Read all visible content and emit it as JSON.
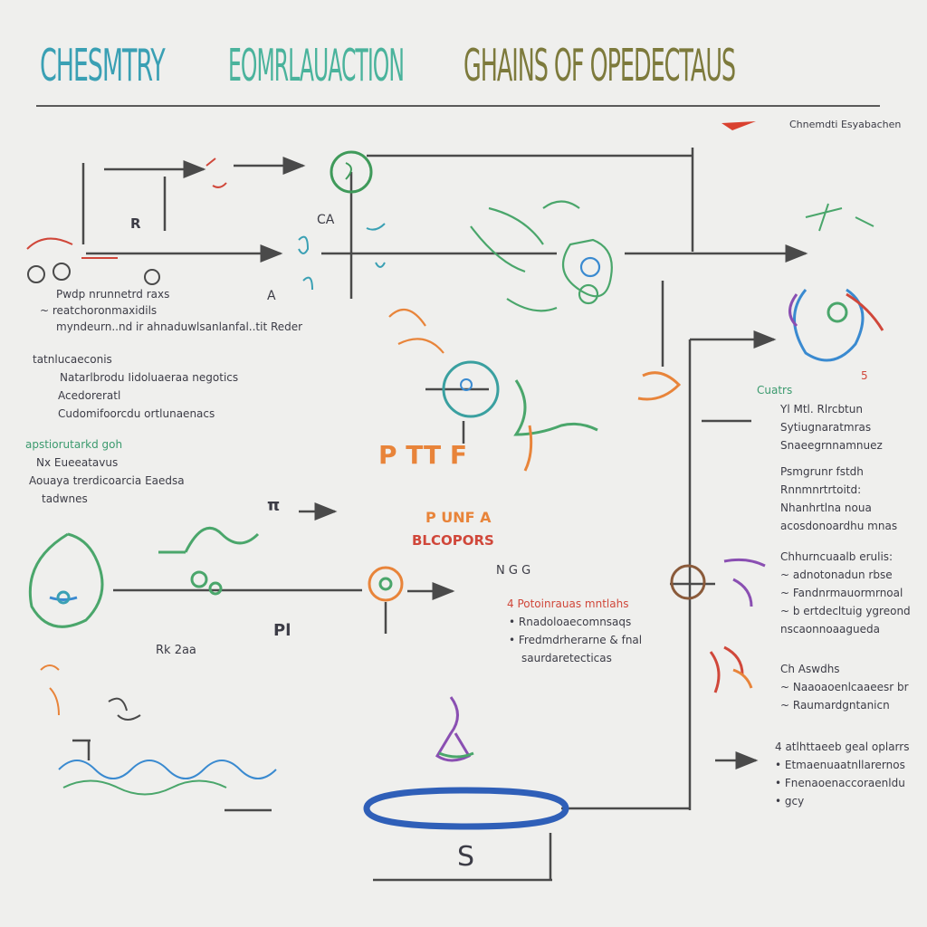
{
  "title": {
    "part_a": "CHESMTRY",
    "part_b": "EOMRLAUACTION",
    "part_c": "GHAINS OF OPEDECTAUS"
  },
  "legend": {
    "label": "Chnemdti Esyabachen"
  },
  "colors": {
    "background": "#efefed",
    "line": "#4a4a4a",
    "teal": "#3aa0b4",
    "green": "#4aa66b",
    "orange": "#e8843a",
    "red": "#d0473a",
    "purple": "#8a4fb2",
    "blue": "#2f5fb8",
    "olive": "#7d7a3c"
  },
  "left_notes": {
    "block1": [
      "Pwdp nrunnetrd raxs",
      "~ reatchoronmaxidils",
      "myndeurn..nd ir ahnaduwlsanlanfal..tit Reder"
    ],
    "block2": [
      "tatnlucaeconis",
      "Natarlbrodu Iidoluaeraa negotics",
      "Acedoreratl",
      "Cudomifoorcdu ortlunaenacs"
    ],
    "block3": [
      "apstiorutarkd goh",
      "Nx Eueeatavus",
      "Aouaya trerdicoarcia Eaedsa",
      "tadwnes"
    ]
  },
  "center_notes": {
    "orange_label_1": "P TT F",
    "orange_label_2": "P UNF A",
    "orange_label_3": "BLCOPORS",
    "small_label": "N G G",
    "bottom_tag": "Pl",
    "bottom_tag_2": "Rk 2aa",
    "block": [
      "4 Potoinrauas mntlahs",
      "• Rnadoloaecomnsaqs",
      "• Fredmdrherarne & fnal",
      "saurdaretecticas"
    ]
  },
  "right_notes": {
    "tag": "Cuatrs",
    "block1": [
      "Yl Mtl. Rlrcbtun",
      "Sytiugnaratmras",
      "Snaeegrnnamnuez"
    ],
    "block2": [
      "Psmgrunr fstdh",
      "Rnnmnrtrtoitd:",
      "Nhanhrtlna noua",
      "acosdonoardhu mnas"
    ],
    "block3": [
      "Chhurncuaalb erulis:",
      "~ adnotonadun rbse",
      "~ Fandnrmauormrnoal",
      "~ b ertdecltuig ygreond",
      "nscaonnoaagueda"
    ],
    "block4": [
      "Ch Aswdhs",
      "~ Naaoaoenlcaaeesr br",
      "~ Raumardgntanicn"
    ],
    "block5": [
      "4 atlhttaeeb geal oplarrs",
      "• Etmaenuaatnllarernos",
      "• Fnenaoenaccoraenldu",
      "• gcy"
    ]
  },
  "misc": {
    "label_ca": "CA",
    "label_r": "R",
    "label_pi": "π",
    "label_s": "S",
    "label_5": "5",
    "label_a": "A"
  }
}
